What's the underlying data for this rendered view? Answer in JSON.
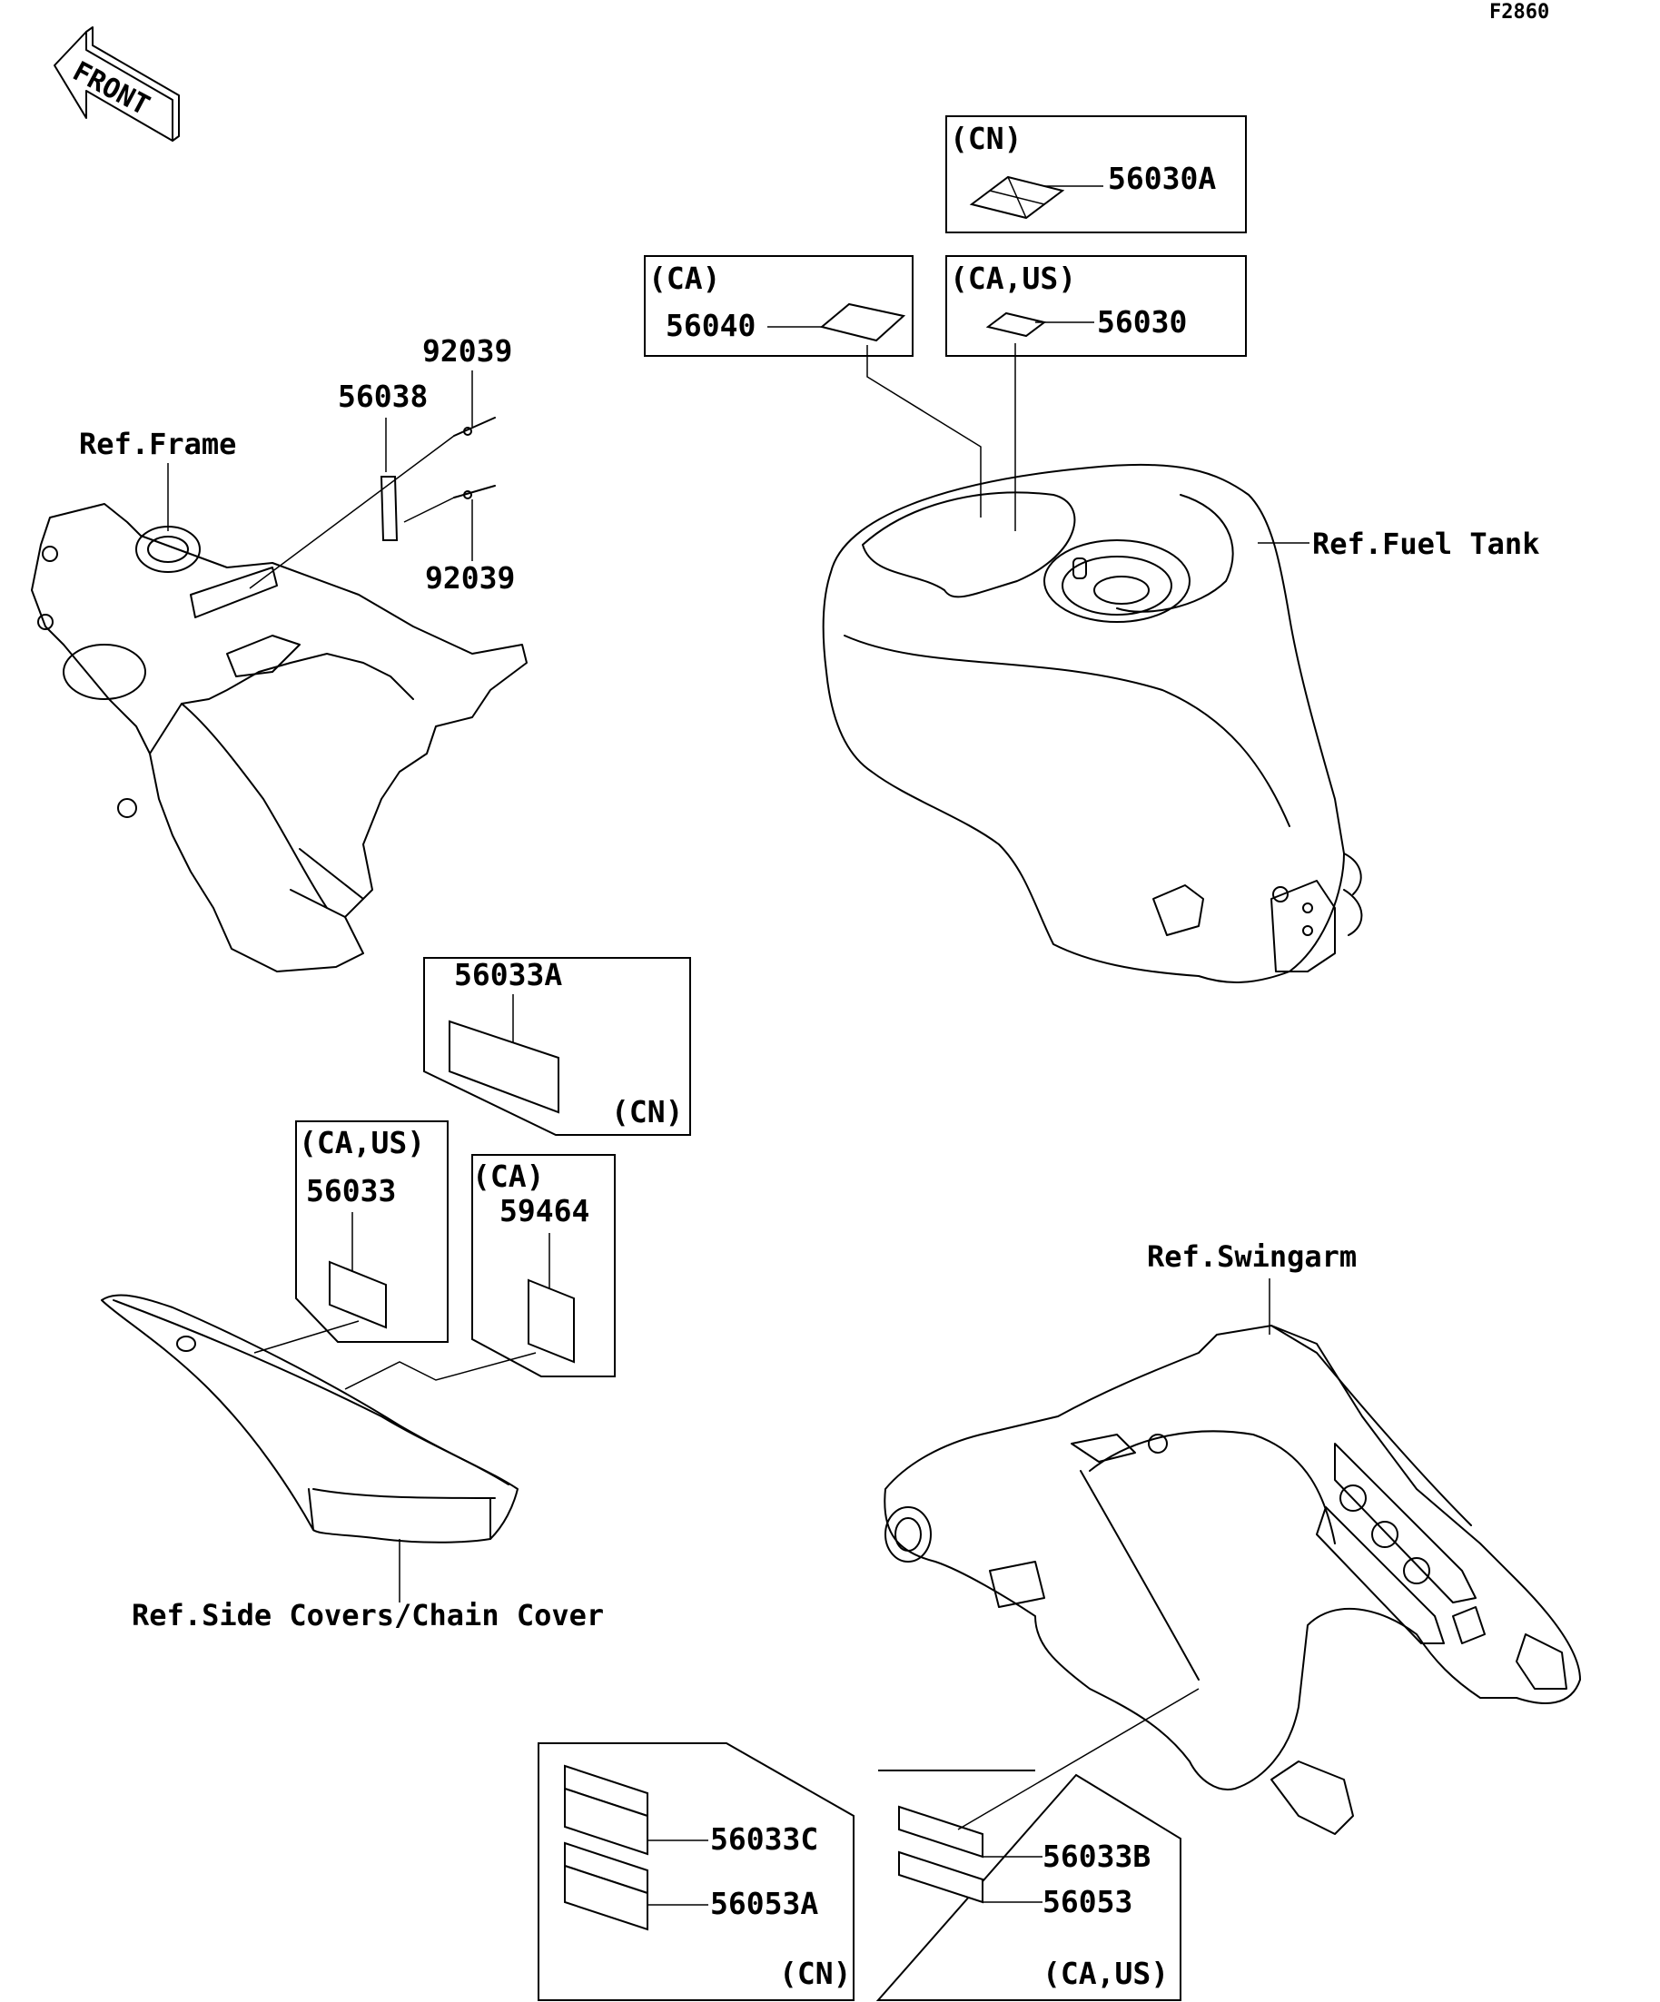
{
  "figure_code": "F2860",
  "front_arrow": "FRONT",
  "refs": {
    "frame": "Ref.Frame",
    "fuel_tank": "Ref.Fuel Tank",
    "swingarm": "Ref.Swingarm",
    "side_covers": "Ref.Side Covers/Chain Cover"
  },
  "region_tags": {
    "cn": "(CN)",
    "ca": "(CA)",
    "ca_us": "(CA,US)"
  },
  "parts": {
    "p56030A": "56030A",
    "p56040": "56040",
    "p56030": "56030",
    "p92039_top": "92039",
    "p56038": "56038",
    "p92039_bottom": "92039",
    "p56033A": "56033A",
    "p56033": "56033",
    "p59464": "59464",
    "p56033C": "56033C",
    "p56053A": "56053A",
    "p56033B": "56033B",
    "p56053": "56053"
  }
}
